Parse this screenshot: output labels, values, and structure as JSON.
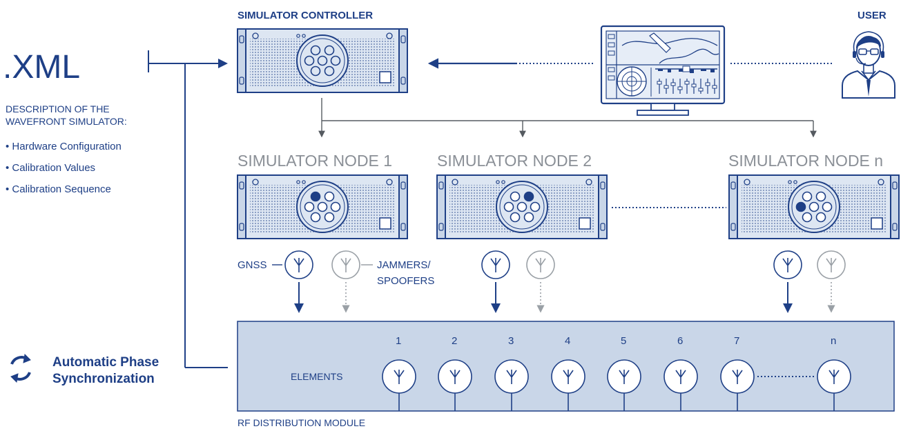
{
  "xml": {
    "title": ".XML",
    "description": "DESCRIPTION OF THE WAVEFRONT SIMULATOR:",
    "bullets": [
      "Hardware Configuration",
      "Calibration Values",
      "Calibration Sequence"
    ]
  },
  "controller": {
    "label": "SIMULATOR CONTROLLER"
  },
  "user": {
    "label": "USER"
  },
  "nodes": [
    {
      "label": "SIMULATOR NODE 1"
    },
    {
      "label": "SIMULATOR NODE 2"
    },
    {
      "label": "SIMULATOR NODE n"
    }
  ],
  "antenna_labels": {
    "gnss": "GNSS",
    "jammers_line1": "JAMMERS/",
    "jammers_line2": "SPOOFERS"
  },
  "rf_module": {
    "label": "RF DISTRIBUTION MODULE",
    "elements_label": "ELEMENTS",
    "element_numbers": [
      "1",
      "2",
      "3",
      "4",
      "5",
      "6",
      "7",
      "n"
    ]
  },
  "sync": {
    "line1": "Automatic Phase",
    "line2": "Synchronization"
  },
  "colors": {
    "navy": "#1e3f86",
    "gray": "#8a8f96",
    "panel": "#c9d6e8"
  }
}
